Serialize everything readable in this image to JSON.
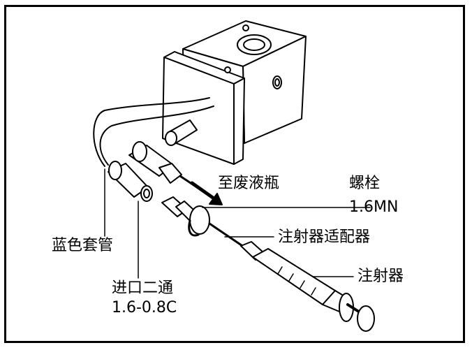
{
  "labels": {
    "waste_bottle": "至废液瓶",
    "bolt": "螺栓",
    "bolt_spec": "1.6MN",
    "syringe_adapter": "注射器适配器",
    "syringe": "注射器",
    "blue_tubing": "蓝色套管",
    "inlet_union": "进口二通",
    "inlet_union_spec": "1.6-0.8C"
  }
}
